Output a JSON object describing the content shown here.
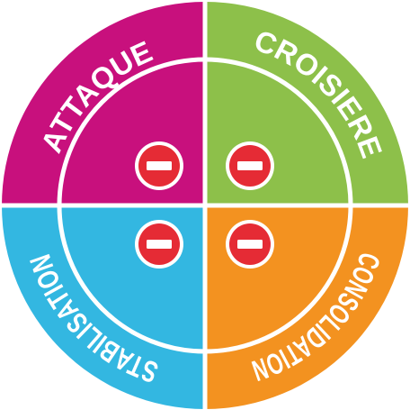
{
  "diagram": {
    "phases": [
      {
        "key": "attaque",
        "label": "ATTAQUE",
        "color": "#c8107d",
        "icon": "no-entry-icon"
      },
      {
        "key": "croisiere",
        "label": "CROISIERE",
        "color": "#8dc04a",
        "icon": "no-entry-icon"
      },
      {
        "key": "consolidation",
        "label": "CONSOLIDATION",
        "color": "#f39220",
        "icon": "no-entry-icon"
      },
      {
        "key": "stabilisation",
        "label": "STABILISATION",
        "color": "#33b7e1",
        "icon": "no-entry-icon"
      }
    ],
    "icon_color": "#e52b35",
    "divider_color": "#ffffff"
  }
}
